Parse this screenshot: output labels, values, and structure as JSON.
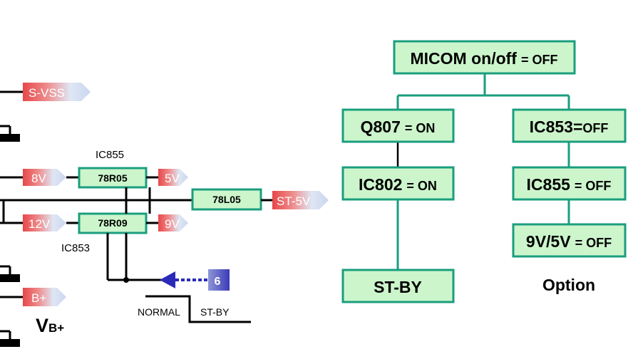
{
  "colors": {
    "box_fill": "#ccf5cc",
    "box_stroke": "#1a9e7e",
    "arrow_red": "#e8474a",
    "arrow_light": "#d8e4f4",
    "blue_arrow": "#2a2ab8"
  },
  "left": {
    "signals": {
      "s_vss": "S-VSS",
      "v8": "8V",
      "v5": "5V",
      "st5v": "ST-5V",
      "v12": "12V",
      "v9": "9V",
      "bplus": "B+"
    },
    "ics": {
      "ic855_label": "IC855",
      "ic855_part": "78R05",
      "ic853_label": "IC853",
      "ic853_part": "78R09",
      "ic_78l05": "78L05"
    },
    "marker_number": "6",
    "normal": "NORMAL",
    "standby": "ST-BY",
    "vb_main": "V",
    "vb_sub": "B+"
  },
  "tree": {
    "micom": {
      "name": "MICOM on/off",
      "state": "= OFF"
    },
    "q807": {
      "name": "Q807",
      "state": "= ON"
    },
    "ic802": {
      "name": "IC802",
      "state": "= ON"
    },
    "stby": {
      "name": "ST-BY"
    },
    "ic853": {
      "name": "IC853=",
      "state": "OFF"
    },
    "ic855": {
      "name": "IC855",
      "state": "= OFF"
    },
    "v9v5": {
      "name": "9V/5V",
      "state": "= OFF"
    },
    "option": "Option"
  }
}
